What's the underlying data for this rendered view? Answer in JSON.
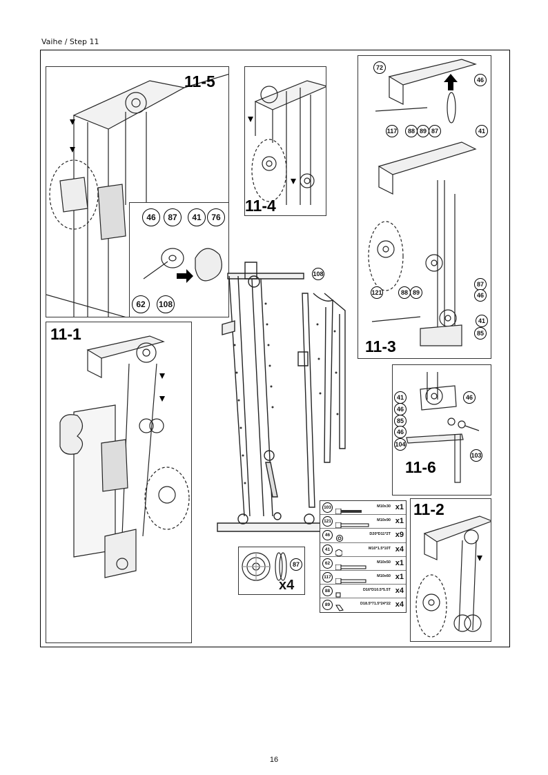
{
  "header": {
    "step_label": "Vaihe / Step 11"
  },
  "panels": {
    "p11_5": {
      "label": "11-5",
      "callouts": [
        "46",
        "87",
        "41",
        "76",
        "62",
        "108"
      ]
    },
    "p11_4": {
      "label": "11-4"
    },
    "p11_3": {
      "label": "11-3",
      "callouts": [
        "72",
        "46",
        "117",
        "88",
        "89",
        "87",
        "41",
        "121",
        "88",
        "89",
        "87",
        "46",
        "41",
        "85"
      ]
    },
    "p11_1": {
      "label": "11-1"
    },
    "p11_6": {
      "label": "11-6",
      "callouts": [
        "41",
        "46",
        "85",
        "46",
        "104",
        "46",
        "103"
      ]
    },
    "p11_2": {
      "label": "11-2"
    }
  },
  "center": {
    "callout": "108"
  },
  "pulley_box": {
    "callout": "87",
    "qty": "x4"
  },
  "parts_list": [
    {
      "num": "103",
      "spec": "M10x30",
      "qty": "x1"
    },
    {
      "num": "121",
      "spec": "M10x90",
      "qty": "x1"
    },
    {
      "num": "46",
      "spec": "D20*D11*2T",
      "qty": "x9"
    },
    {
      "num": "41",
      "spec": "M10*1.5*10T",
      "qty": "x4"
    },
    {
      "num": "62",
      "spec": "M10x50",
      "qty": "x1"
    },
    {
      "num": "117",
      "spec": "M10x60",
      "qty": "x1"
    },
    {
      "num": "88",
      "spec": "D16*D10.5*5.5T",
      "qty": "x4"
    },
    {
      "num": "89",
      "spec": "D18.5*71.5*24*22",
      "qty": "x4"
    }
  ],
  "footer": {
    "page_number": "16"
  }
}
